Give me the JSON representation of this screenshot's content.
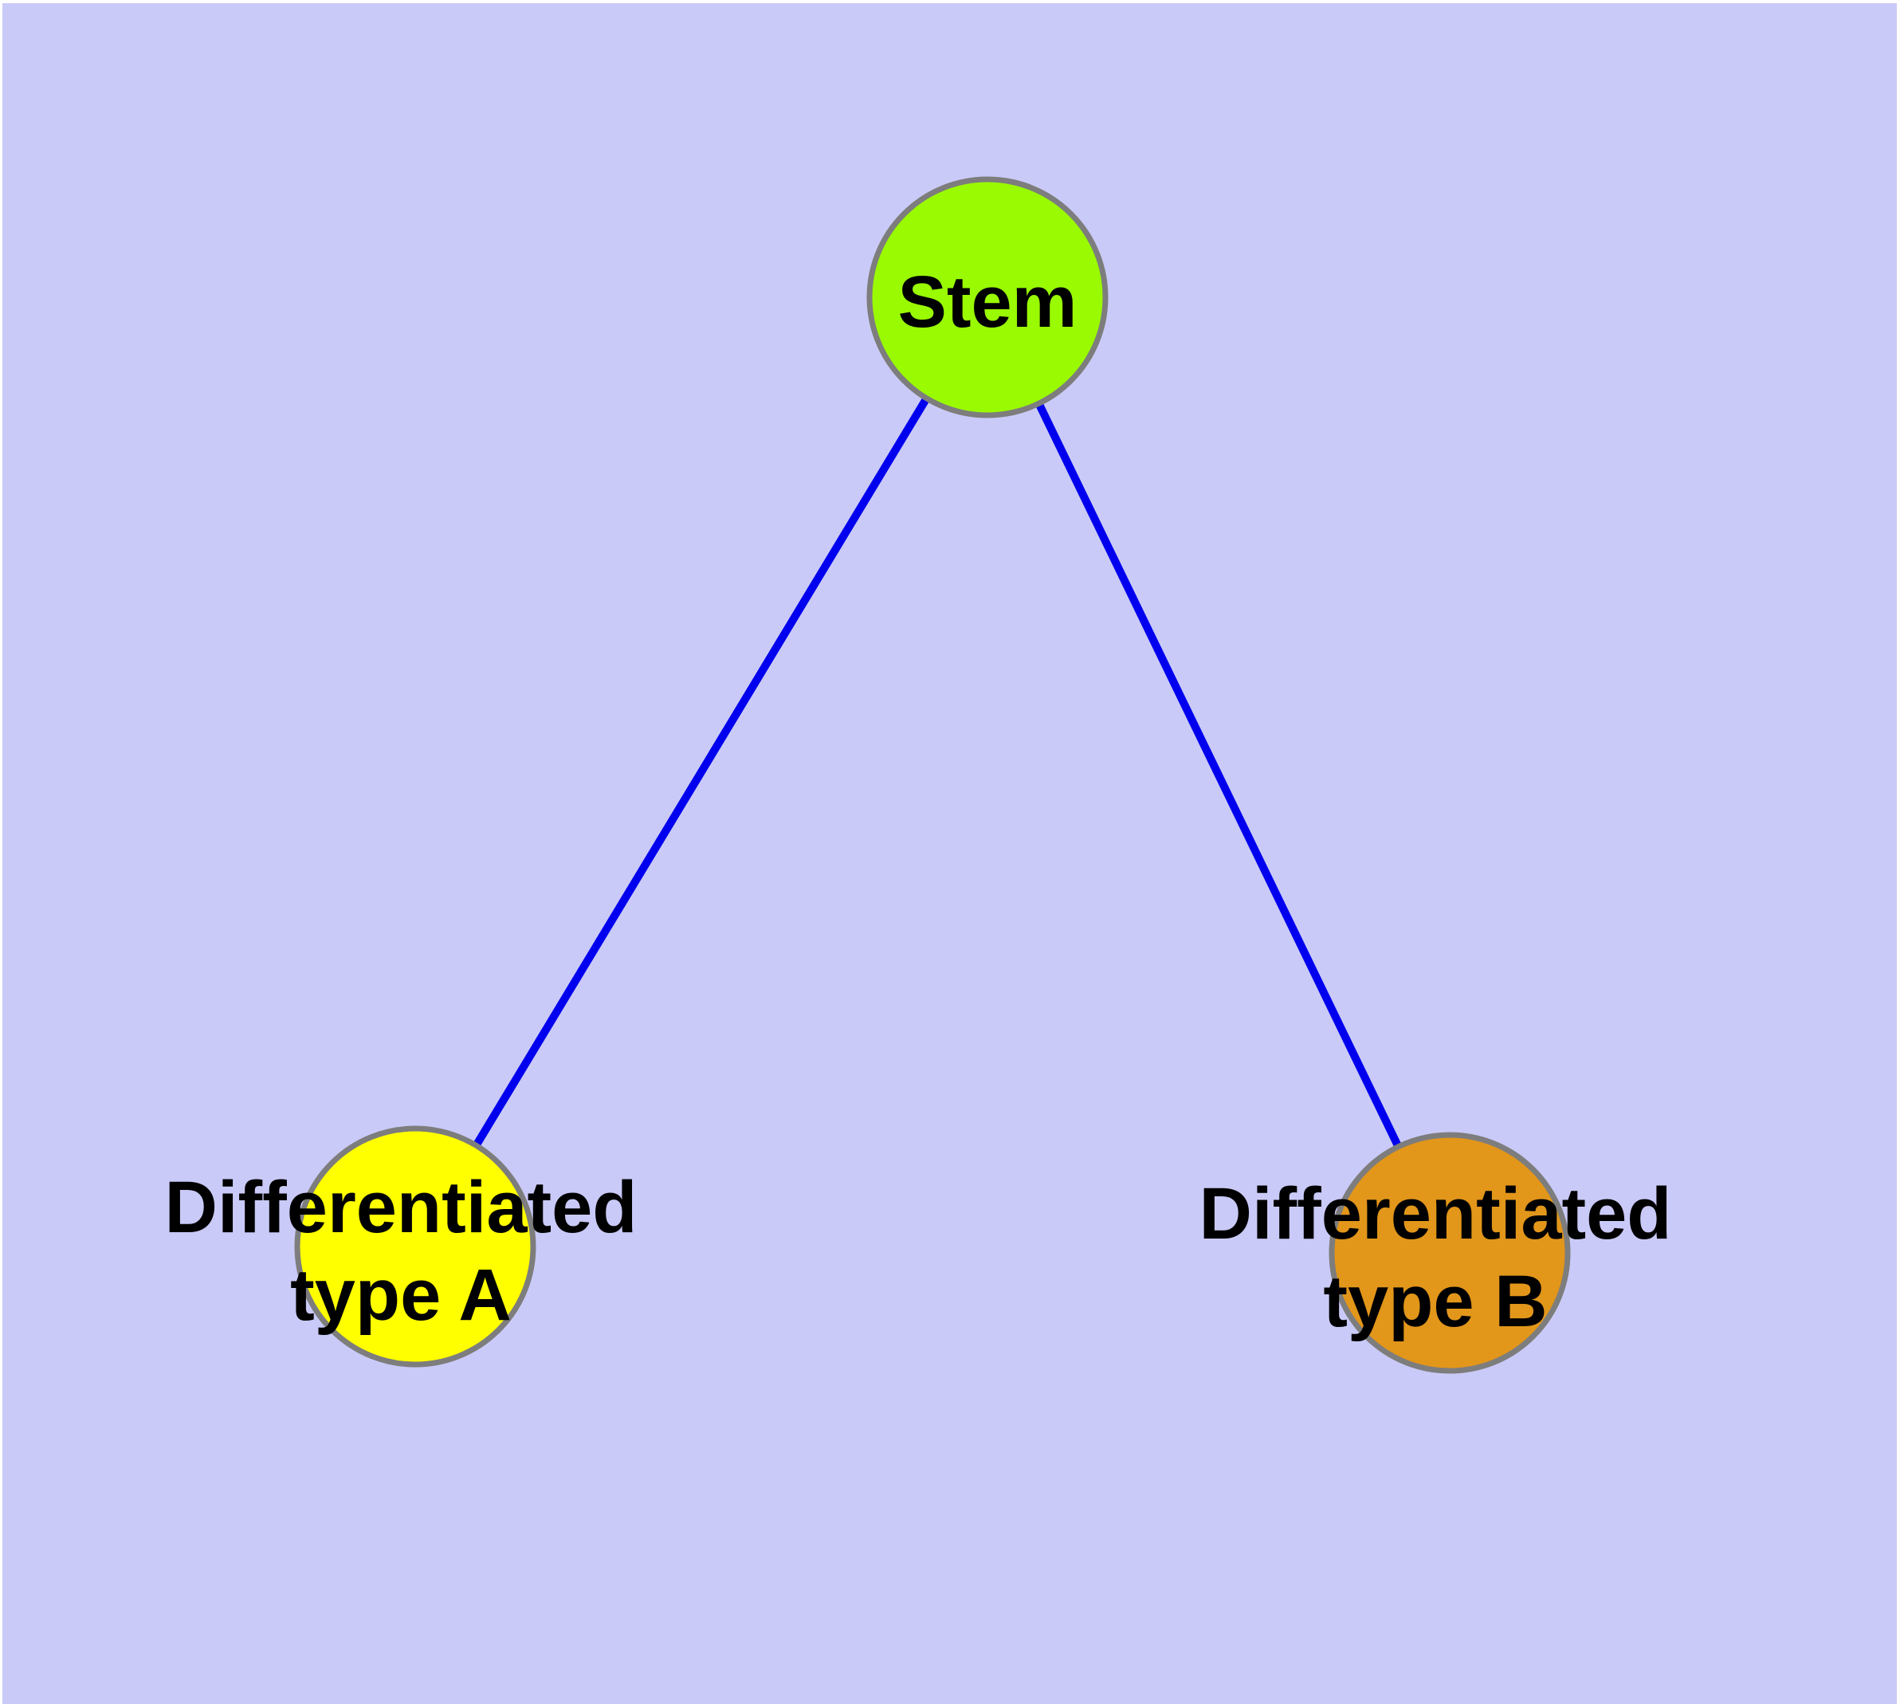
{
  "canvas": {
    "background_color": "#CACAF8",
    "frame_color": "#FFFFFF"
  },
  "graph": {
    "type": "node-link-diagram",
    "edge_color": "#0000EE",
    "node_border_color": "#7D7D7D",
    "label_color": "#000000",
    "nodes": [
      {
        "id": "stem",
        "label": "Stem",
        "fill": "#99FA02"
      },
      {
        "id": "type-a",
        "label": "Differentiated type A",
        "label_line1": "Differentiated",
        "label_line2": "type A",
        "fill": "#FFFF00"
      },
      {
        "id": "type-b",
        "label": "Differentiated type B",
        "label_line1": "Differentiated",
        "label_line2": "type B",
        "fill": "#E2961A"
      }
    ],
    "edges": [
      {
        "from": "Stem",
        "to": "Differentiated type A"
      },
      {
        "from": "Stem",
        "to": "Differentiated type B"
      }
    ]
  }
}
